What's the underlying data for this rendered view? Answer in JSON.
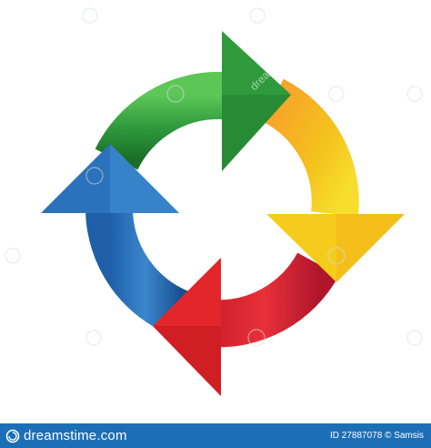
{
  "image": {
    "subject": "four-arrow-cycle-ring",
    "arrows": [
      {
        "name": "green-arrow",
        "color": "#2e9a3c",
        "direction": "right"
      },
      {
        "name": "yellow-arrow",
        "color": "#f2b418",
        "direction": "down"
      },
      {
        "name": "red-arrow",
        "color": "#e3262a",
        "direction": "left"
      },
      {
        "name": "blue-arrow",
        "color": "#2a72bb",
        "direction": "up"
      }
    ]
  },
  "watermark": {
    "text": "dreamstime"
  },
  "footer": {
    "brand": "dreamstime.com",
    "credit": "ID 27887078 © Samsis",
    "background": "#1c6fb6"
  }
}
